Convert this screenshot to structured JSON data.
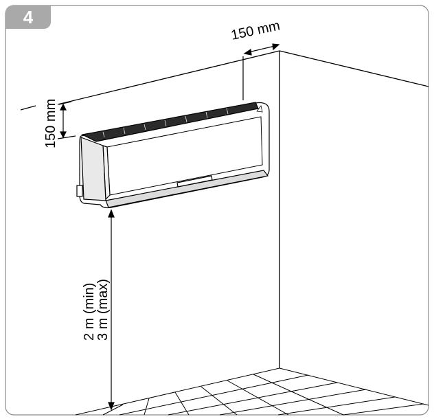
{
  "figure": {
    "step_number": "4",
    "labels": {
      "side_clearance": "150 mm",
      "top_clearance": "150 mm",
      "height_min": "2 m (min)",
      "height_max": "3 m (max)"
    }
  }
}
